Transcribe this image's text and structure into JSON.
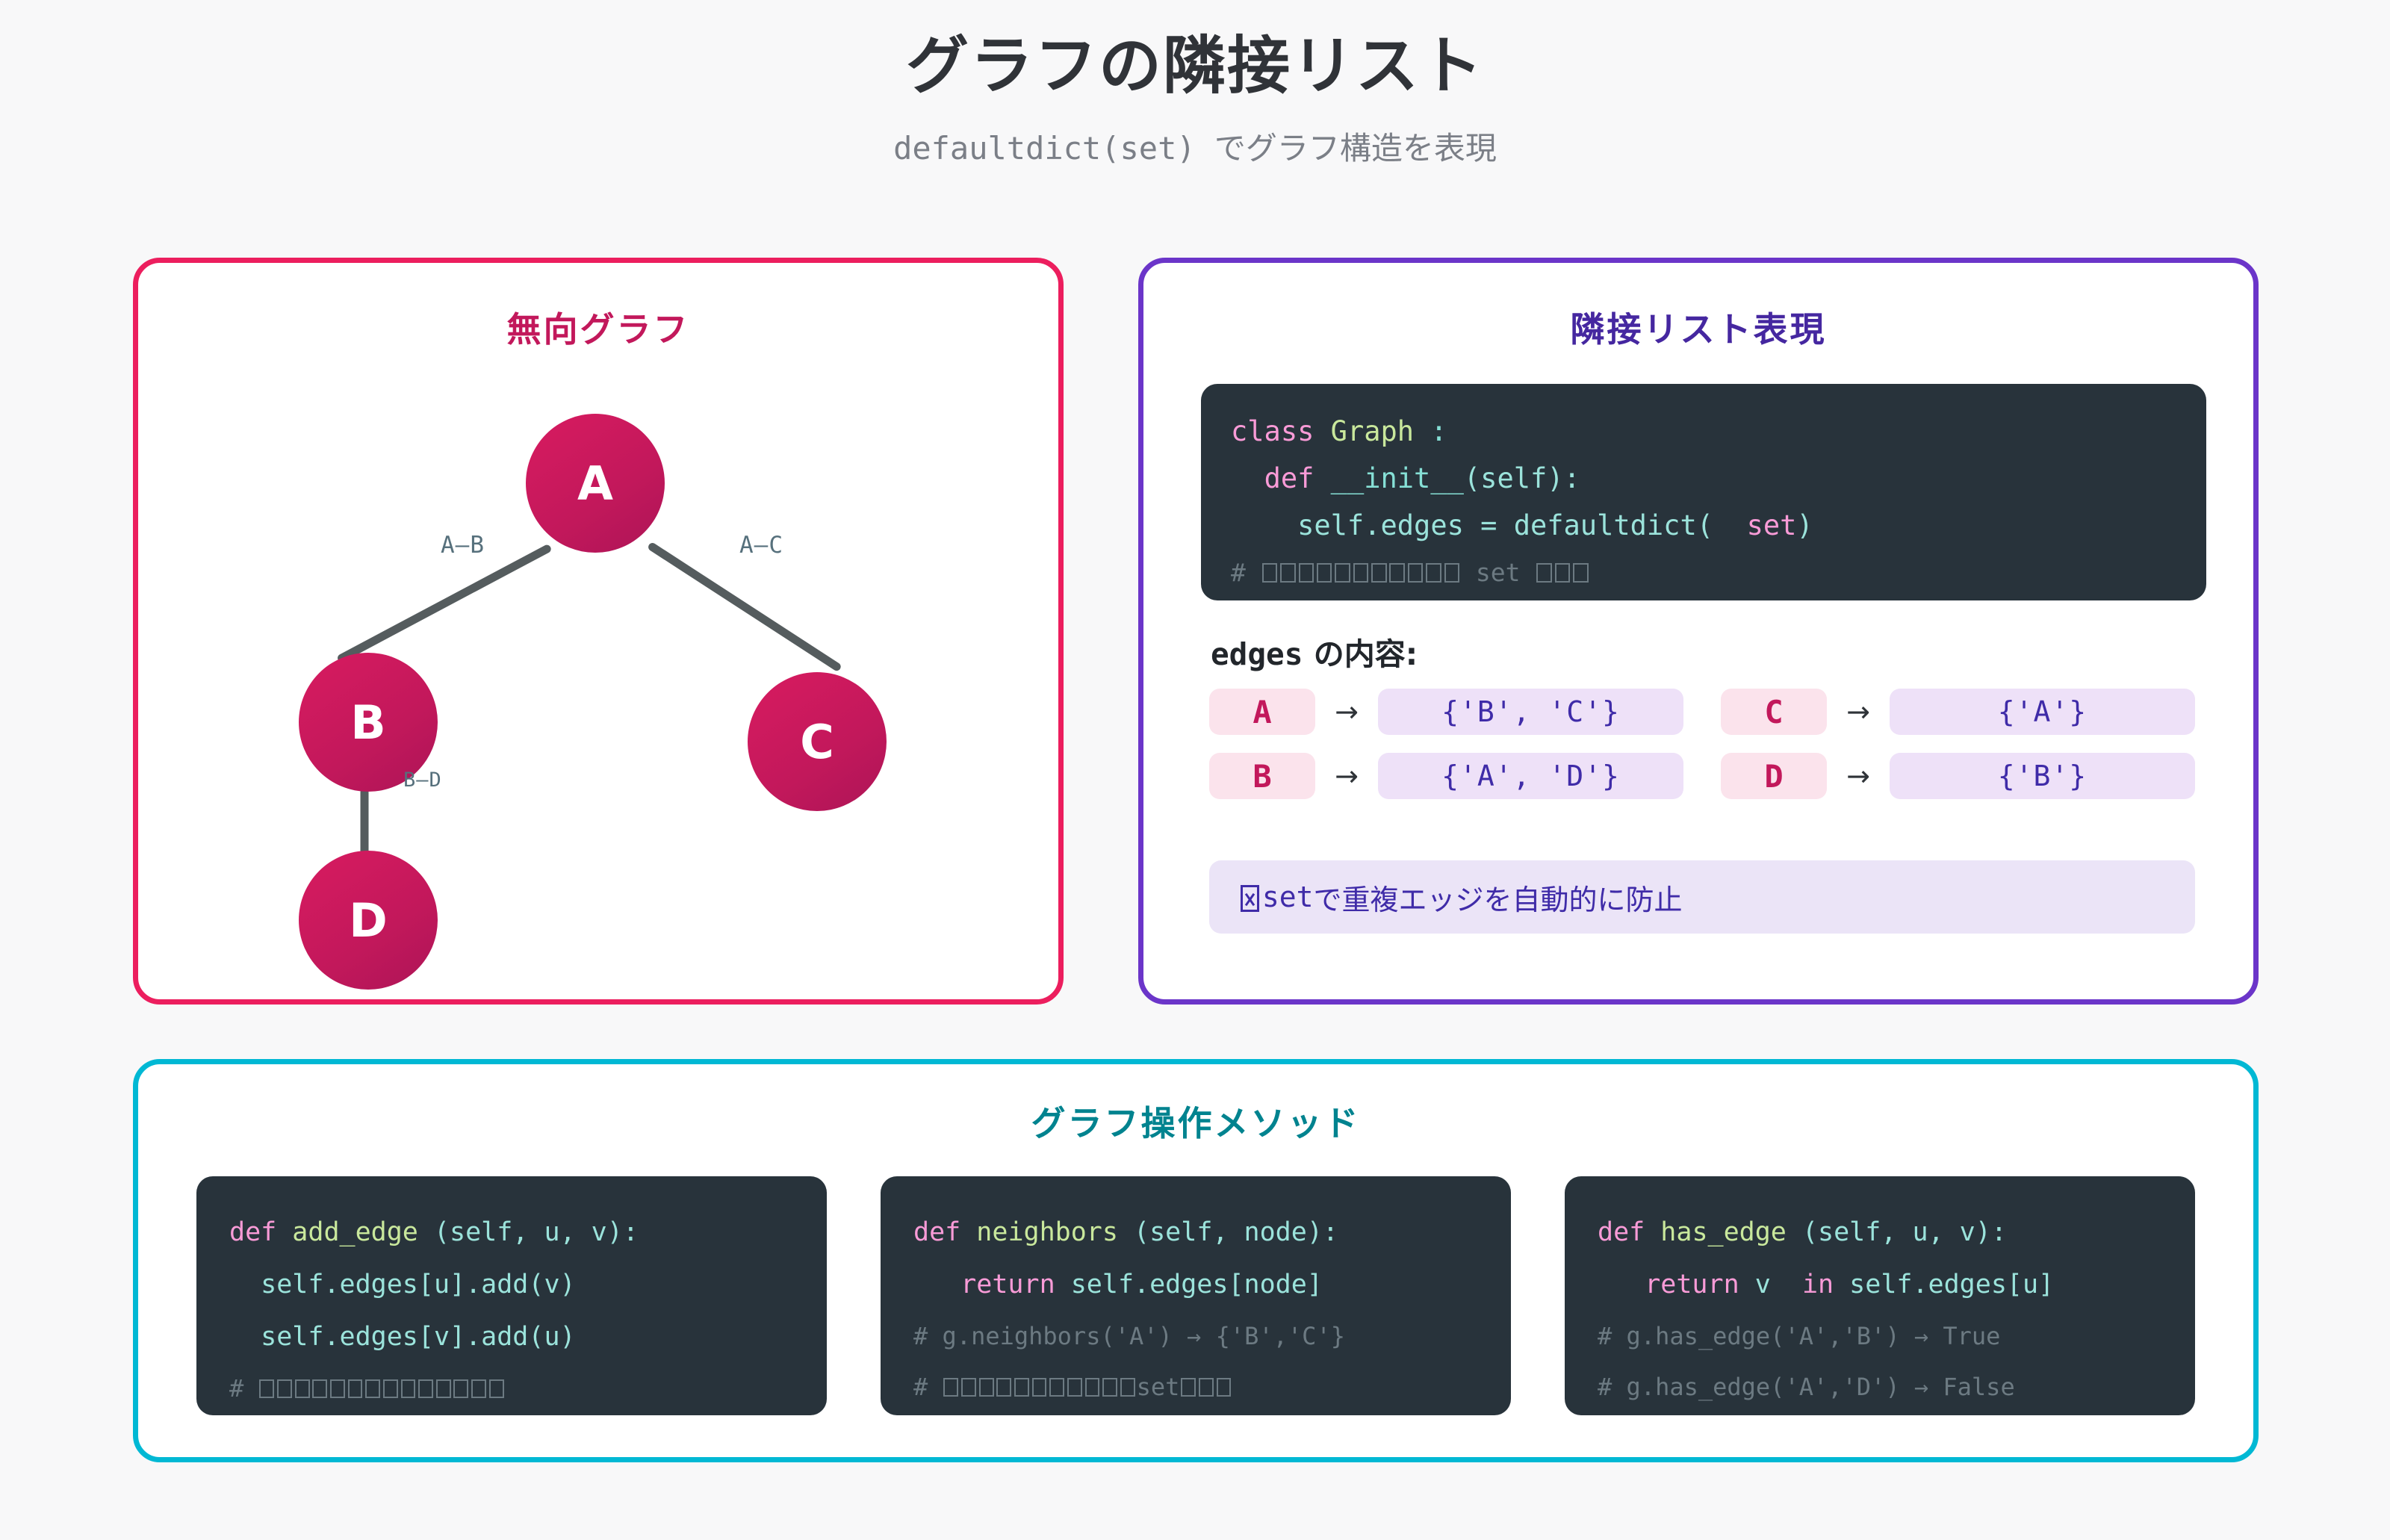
{
  "header": {
    "title": "グラフの隣接リスト",
    "subtitle": "defaultdict(set) でグラフ構造を表現"
  },
  "graph_card": {
    "title": "無向グラフ",
    "border_color": "#EC1E5E",
    "title_color": "#C2185B",
    "nodes": [
      {
        "id": "A",
        "label": "A"
      },
      {
        "id": "B",
        "label": "B"
      },
      {
        "id": "C",
        "label": "C"
      },
      {
        "id": "D",
        "label": "D"
      }
    ],
    "edges": [
      {
        "id": "AB",
        "label": "A–B",
        "from": "A",
        "to": "B"
      },
      {
        "id": "AC",
        "label": "A–C",
        "from": "A",
        "to": "C"
      },
      {
        "id": "BD",
        "label": "B–D",
        "from": "B",
        "to": "D"
      }
    ]
  },
  "adjacency_card": {
    "title": "隣接リスト表現",
    "border_color": "#6B35C9",
    "title_color": "#4527A0",
    "code": {
      "line1_kw": "class",
      "line1_name": "Graph",
      "line1_punc": ":",
      "line2_kw": "def",
      "line2_name": "__init__",
      "line2_args": "(self):",
      "line3_target": "self.edges = defaultdict(",
      "line3_builtin": "set",
      "line3_close": ")",
      "comment_hash": "#",
      "comment_tofu_before": 11,
      "comment_word": "set",
      "comment_tofu_after": 3
    },
    "edges_heading_mono": "edges",
    "edges_heading_text": " の内容:",
    "entries": [
      {
        "key": "A",
        "arrow": "→",
        "value": "{'B', 'C'}"
      },
      {
        "key": "C",
        "arrow": "→",
        "value": "{'A'}"
      },
      {
        "key": "B",
        "arrow": "→",
        "value": "{'A', 'D'}"
      },
      {
        "key": "D",
        "arrow": "→",
        "value": "{'B'}"
      }
    ],
    "note": {
      "icon": "missing-glyph-box",
      "mono_word": "set",
      "text": " で重複エッジを自動的に防止"
    }
  },
  "methods_card": {
    "title": "グラフ操作メソッド",
    "border_color": "#00B8D4",
    "title_color": "#00838F",
    "blocks": [
      {
        "name": "add_edge",
        "def_kw": "def",
        "fn_name": "add_edge",
        "signature": "(self, u, v):",
        "body": [
          "self.edges[u].add(v)",
          "self.edges[v].add(u)"
        ],
        "comments": [
          {
            "hash": "#",
            "tofu_before": 14,
            "word": "",
            "tofu_after": 0
          }
        ]
      },
      {
        "name": "neighbors",
        "def_kw": "def",
        "fn_name": "neighbors",
        "signature": "(self, node):",
        "body_kw": "return",
        "body_rest": " self.edges[node]",
        "comments": [
          {
            "text": "# g.neighbors('A') → {'B','C'}"
          },
          {
            "hash": "#",
            "tofu_before": 11,
            "word": "set",
            "tofu_after": 3
          }
        ]
      },
      {
        "name": "has_edge",
        "def_kw": "def",
        "fn_name": "has_edge",
        "signature": "(self, u, v):",
        "body_kw": "return",
        "body_var": " v ",
        "body_kw2": "in",
        "body_rest": " self.edges[u]",
        "comments": [
          {
            "text": "# g.has_edge('A','B') → True"
          },
          {
            "text": "# g.has_edge('A','D') → False"
          }
        ]
      }
    ]
  }
}
